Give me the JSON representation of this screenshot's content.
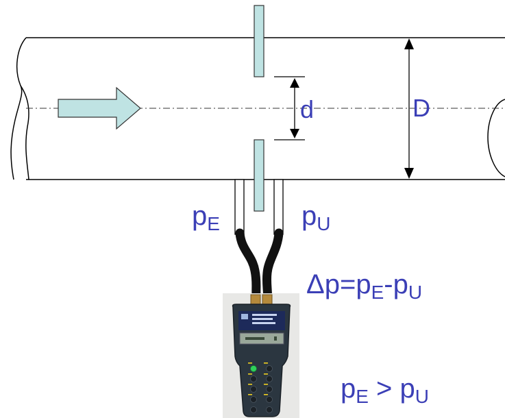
{
  "labels": {
    "orifice_diameter": "d",
    "pipe_diameter": "D",
    "pressure_upstream": {
      "base": "p",
      "sub": "E"
    },
    "pressure_downstream": {
      "base": "p",
      "sub": "U"
    },
    "delta_formula": {
      "delta": "Δp=p",
      "sub1": "E",
      "minus": "-p",
      "sub2": "U"
    },
    "inequality": {
      "p1": "p",
      "sub1": "E",
      "gt": " > p",
      "sub2": "U"
    }
  },
  "colors": {
    "text": "#3b3fb6",
    "orifice_plate": "#bfe3e3",
    "flow_arrow": "#bfe3e3",
    "outline": "#000000"
  },
  "icons": {
    "flow": "flow-arrow-icon",
    "meter": "pressure-meter-device"
  }
}
